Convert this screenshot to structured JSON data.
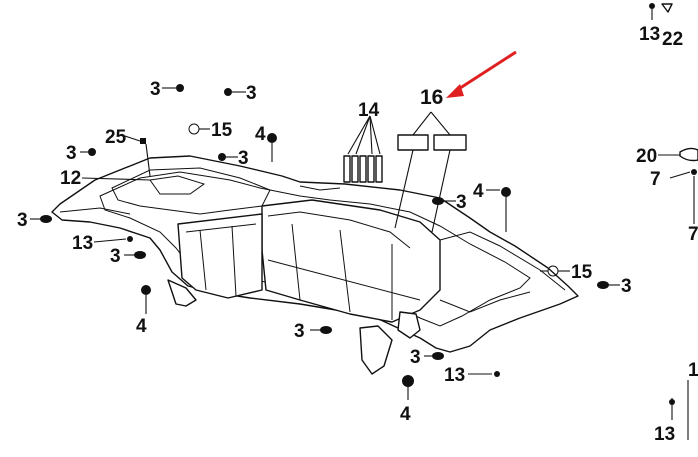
{
  "diagram": {
    "accent_color": "#e02020",
    "callout_number": "16",
    "labels": {
      "l3_a": "3",
      "l3_b": "3",
      "l3_c": "3",
      "l3_d": "3",
      "l3_e": "3",
      "l3_f": "3",
      "l3_g": "3",
      "l3_h": "3",
      "l3_i": "3",
      "l3_j": "3",
      "l4_a": "4",
      "l4_b": "4",
      "l4_c": "4",
      "l4_d": "4",
      "l12": "12",
      "l13_a": "13",
      "l13_b": "13",
      "l13_c": "13",
      "l13_d": "13",
      "l14": "14",
      "l15_a": "15",
      "l15_b": "15",
      "l16": "16",
      "l20": "20",
      "l22": "22",
      "l25": "25",
      "l7_a": "7",
      "l7_b": "7",
      "l1": "1"
    }
  }
}
